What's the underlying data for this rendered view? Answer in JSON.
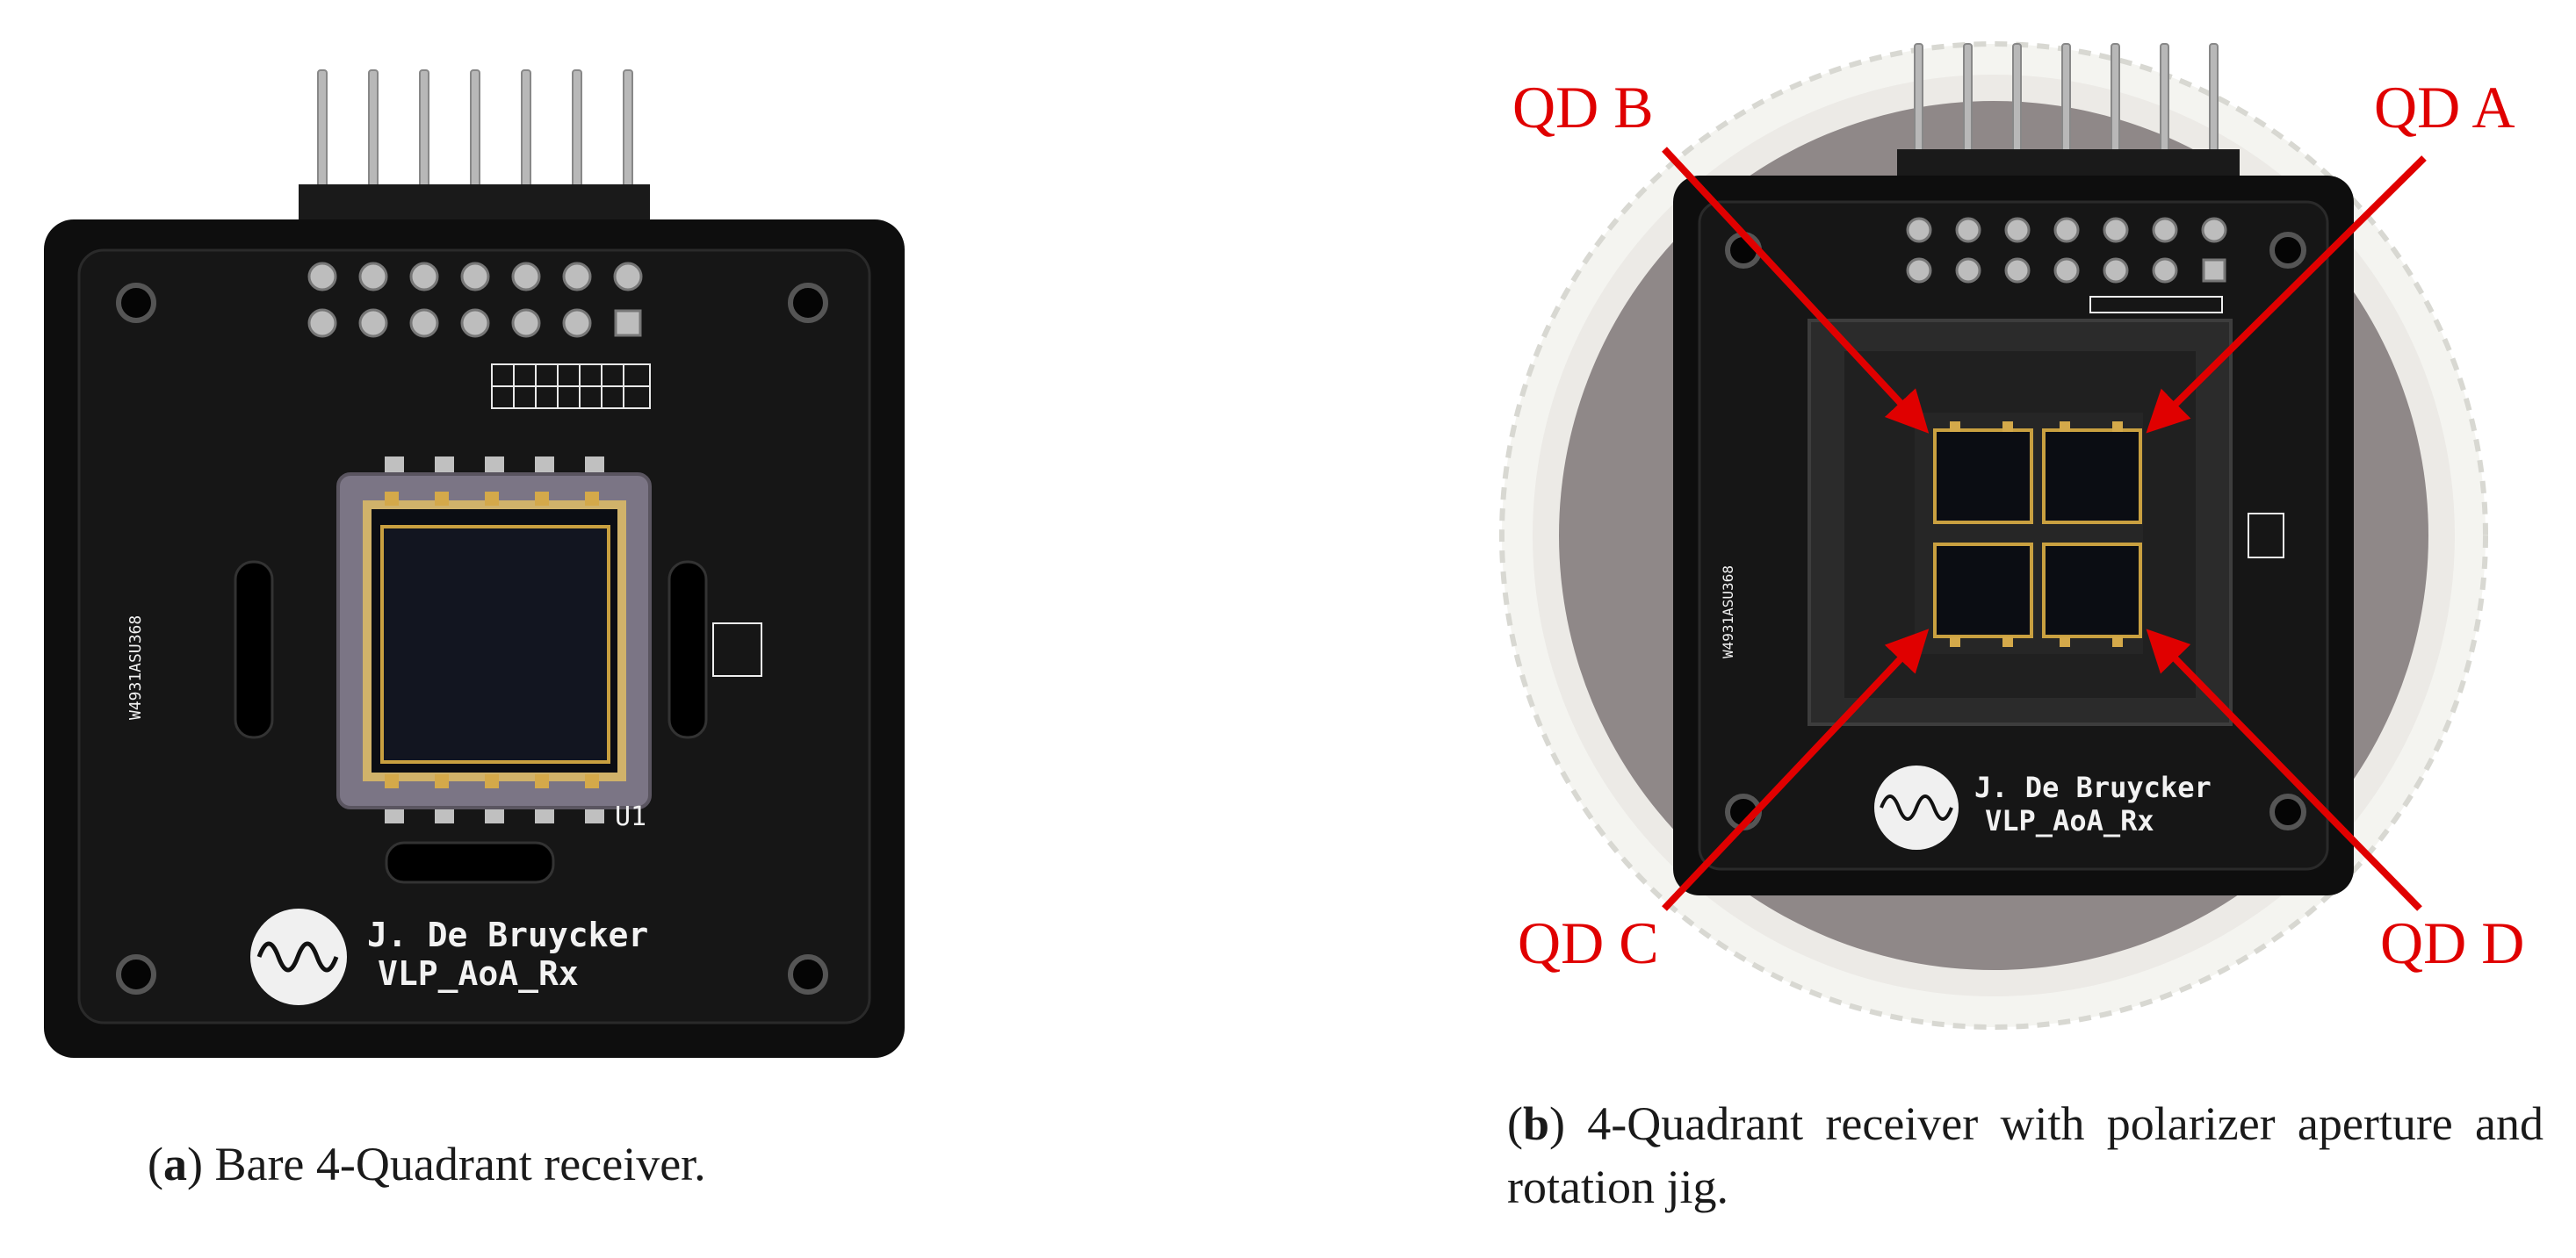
{
  "panel_a": {
    "pcb_author_text": "J. De Bruycker",
    "pcb_project_text": "VLP_AoA_Rx",
    "component_ref": "U1",
    "caption_letter": "a",
    "caption_text": " Bare 4-Quadrant receiver."
  },
  "panel_b": {
    "pcb_author_text": "J. De Bruycker",
    "pcb_project_text": "VLP_AoA_Rx",
    "labels": {
      "qd_a": "QD A",
      "qd_b": "QD B",
      "qd_c": "QD C",
      "qd_d": "QD D"
    },
    "caption_letter": "b",
    "caption_text": " 4-Quadrant receiver with polarizer aperture and rotation jig."
  },
  "colors": {
    "annotation_red": "#e00000",
    "pcb_black": "#121212",
    "sensor_gold": "#c9a040",
    "jig_white": "#f4f4f0",
    "background_grey": "#8f8888"
  }
}
